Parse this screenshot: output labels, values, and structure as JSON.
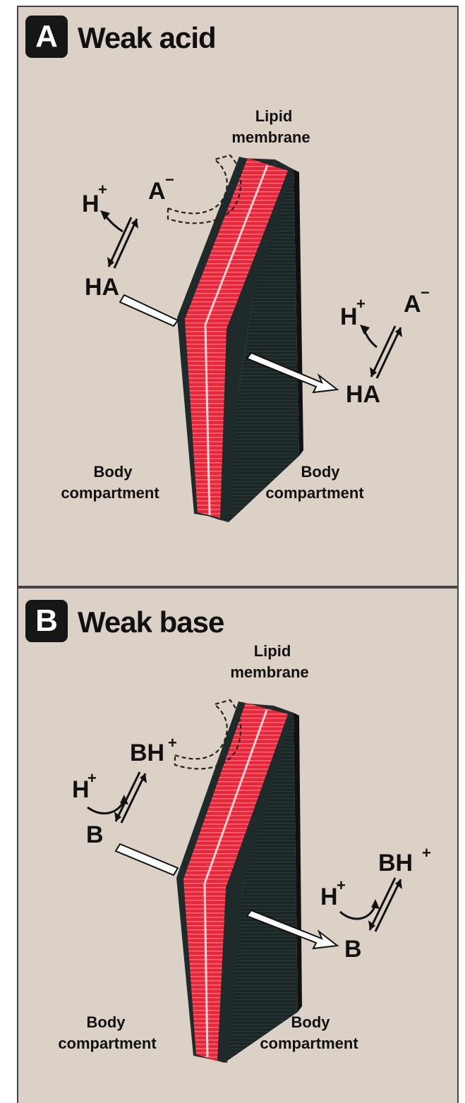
{
  "panel_a": {
    "badge": "A",
    "title": "Weak acid",
    "membrane_label": [
      "Lipid",
      "membrane"
    ],
    "left_compartment": [
      "Body",
      "compartment"
    ],
    "right_compartment": [
      "Body",
      "compartment"
    ],
    "left_species": {
      "proton": "H",
      "proton_charge": "+",
      "ion": "A",
      "ion_charge": "−",
      "neutral": "HA"
    },
    "right_species": {
      "proton": "H",
      "proton_charge": "+",
      "ion": "A",
      "ion_charge": "−",
      "neutral": "HA"
    }
  },
  "panel_b": {
    "badge": "B",
    "title": "Weak base",
    "membrane_label": [
      "Lipid",
      "membrane"
    ],
    "left_compartment": [
      "Body",
      "compartment"
    ],
    "right_compartment": [
      "Body",
      "compartment"
    ],
    "left_species": {
      "ion": "BH",
      "ion_charge": "+",
      "proton": "H",
      "proton_charge": "+",
      "neutral": "B"
    },
    "right_species": {
      "ion": "BH",
      "ion_charge": "+",
      "proton": "H",
      "proton_charge": "+",
      "neutral": "B"
    }
  },
  "colors": {
    "panel_bg": "#dcd1c6",
    "membrane_dark": "#1f2a2a",
    "membrane_red": "#ee2b3b",
    "badge": "#161616"
  }
}
